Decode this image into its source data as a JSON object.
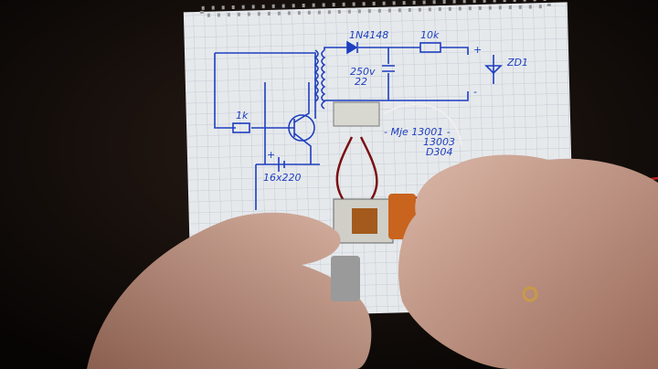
{
  "photo": {
    "schematic_labels": {
      "diode": "1N4148",
      "resistor_out": "10k",
      "plus": "+",
      "minus": "-",
      "zener": "ZD1",
      "cap_voltage": "250v",
      "cap_value": "22",
      "resistor_base": "1k",
      "transistor_line1": "- Mje 13001 -",
      "transistor_line2": "13003",
      "transistor_line3": "D304",
      "battery_cap": "16x220",
      "battery_plus": "+"
    },
    "colors": {
      "ink": "#1f3fbf",
      "paper": "#e9ecef",
      "skin": "#c99b86",
      "background": "#0e0a08"
    }
  }
}
